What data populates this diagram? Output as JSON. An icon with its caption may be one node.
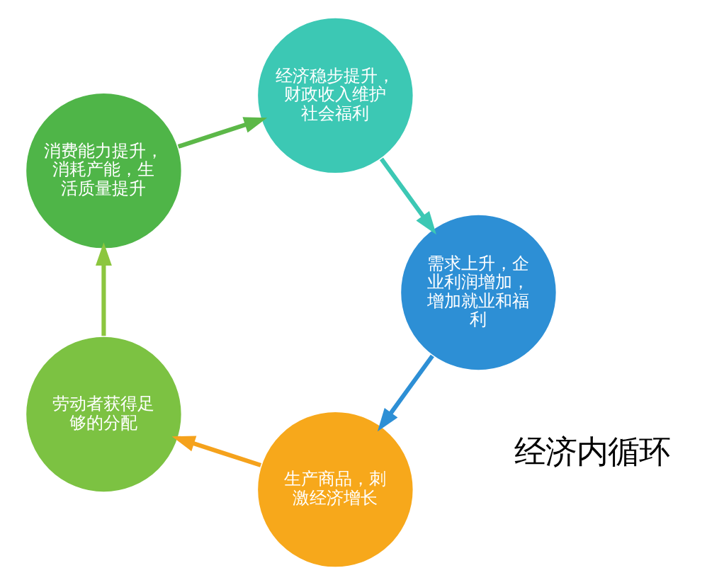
{
  "diagram": {
    "nodes": [
      {
        "text": [
          "生产商品，刺激经济增长"
        ]
      },
      {
        "text": [
          "劳动者获得足够的分配"
        ]
      },
      {
        "text": [
          "消费能力提升，消耗产能，生活质量提升"
        ]
      },
      {
        "text": [
          "经济稳步提升，财政收入维护社会福利"
        ]
      },
      {
        "text": [
          "需求上升，企业利润增加，增加就业和福利"
        ]
      }
    ],
    "edges": [
      {
        "from": 0,
        "to": 1,
        "arrow": "to",
        "color": "#f5a21c"
      },
      {
        "from": 1,
        "to": 2,
        "arrow": "to",
        "color": "#8cc63f"
      },
      {
        "from": 2,
        "to": 3,
        "arrow": "to",
        "color": "#5cb848"
      },
      {
        "from": 3,
        "to": 4,
        "arrow": "to",
        "color": "#3cc8b4"
      },
      {
        "from": 4,
        "to": 0,
        "arrow": "to",
        "color": "#2d8fd5"
      }
    ],
    "labels": [
      "经济内循环"
    ]
  }
}
